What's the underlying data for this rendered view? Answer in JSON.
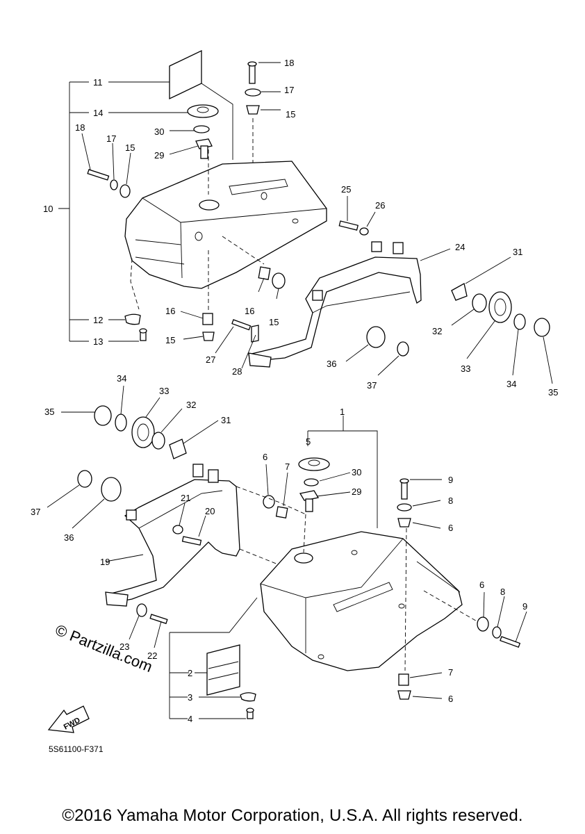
{
  "diagram": {
    "callouts": {
      "c1": "1",
      "c2": "2",
      "c3": "3",
      "c4": "4",
      "c5": "5",
      "c6a": "6",
      "c6b": "6",
      "c6c": "6",
      "c6d": "6",
      "c7a": "7",
      "c7b": "7",
      "c8a": "8",
      "c8b": "8",
      "c9a": "9",
      "c9b": "9",
      "c10": "10",
      "c11": "11",
      "c12": "12",
      "c13": "13",
      "c14": "14",
      "c15a": "15",
      "c15b": "15",
      "c15c": "15",
      "c15d": "15",
      "c16a": "16",
      "c16b": "16",
      "c17a": "17",
      "c17b": "17",
      "c18a": "18",
      "c18b": "18",
      "c19": "19",
      "c20": "20",
      "c21": "21",
      "c22": "22",
      "c23": "23",
      "c24": "24",
      "c25": "25",
      "c26": "26",
      "c27": "27",
      "c28": "28",
      "c29a": "29",
      "c29b": "29",
      "c30a": "30",
      "c30b": "30",
      "c31a": "31",
      "c31b": "31",
      "c32a": "32",
      "c32b": "32",
      "c33a": "33",
      "c33b": "33",
      "c34a": "34",
      "c34b": "34",
      "c35a": "35",
      "c35b": "35",
      "c36a": "36",
      "c36b": "36",
      "c37a": "37",
      "c37b": "37"
    },
    "fwd_label": "FWD",
    "watermark": "© Partzilla.com",
    "drawing_code": "5S61100-F371"
  },
  "footer": {
    "copyright": "©2016 Yamaha Motor Corporation, U.S.A. All rights reserved."
  }
}
